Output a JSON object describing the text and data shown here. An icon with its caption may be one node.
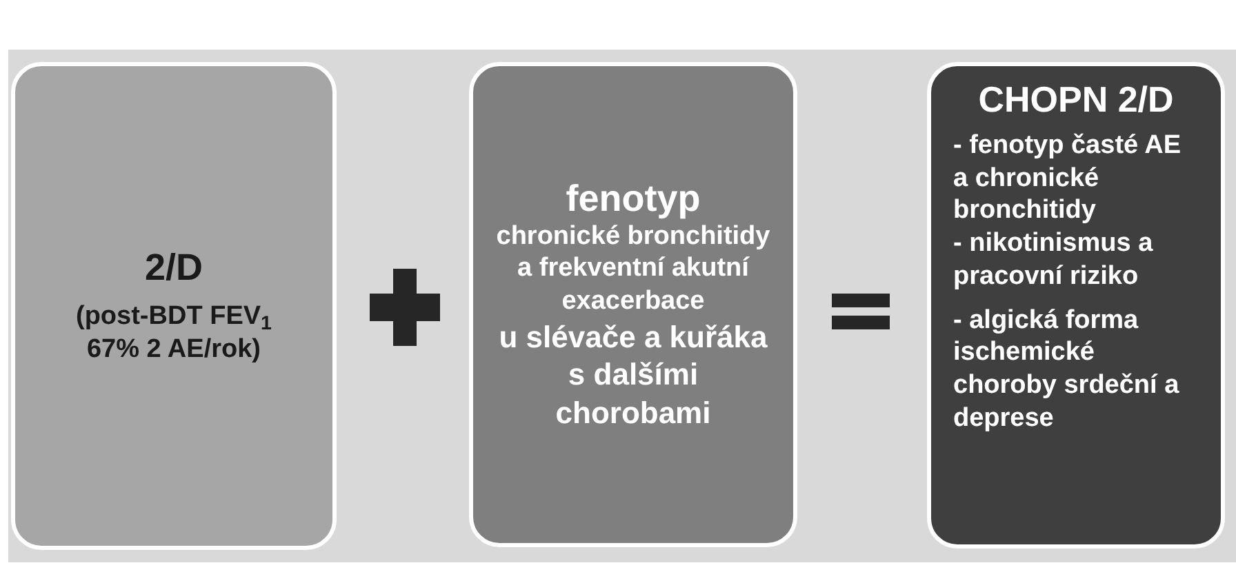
{
  "diagram": {
    "nodes": [
      {
        "text": [
          "2/D",
          "(post-BDT FEV$_{1}$ 67% 2 AE/rok)"
        ]
      },
      {
        "text": [
          "fenotyp",
          "chronické bronchitidy a frekventní akutní exacerbace",
          "u slévače a kuřáka s dalšími chorobami"
        ]
      },
      {
        "text": [
          "CHOPN 2/D",
          "- fenotyp časté AE a chronické bronchitidy",
          "- nikotinismus a pracovní riziko",
          "- algická forma ischemické choroby srdeční a deprese"
        ]
      }
    ]
  }
}
